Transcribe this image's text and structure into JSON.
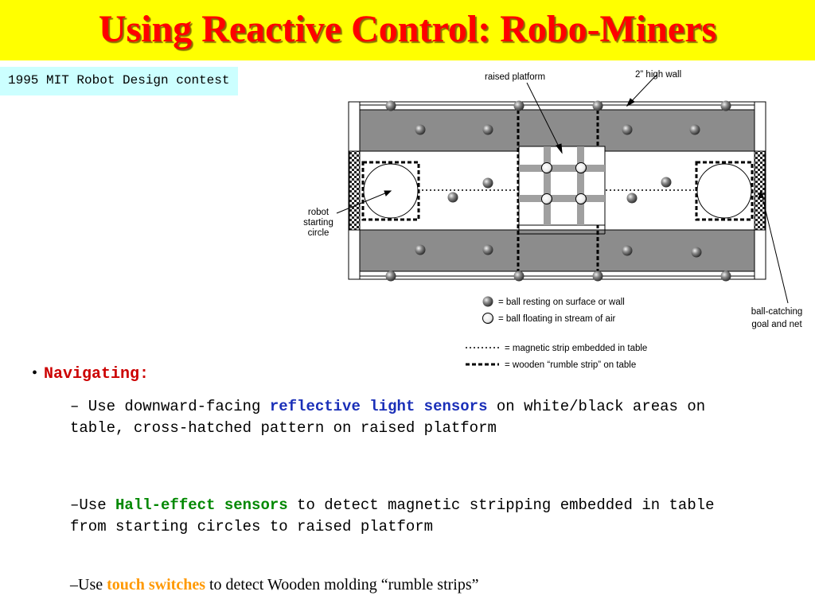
{
  "slide": {
    "title": "Using Reactive Control: Robo-Miners",
    "subtitle": "1995 MIT Robot Design contest"
  },
  "diagram": {
    "labels": {
      "raised_platform": "raised platform",
      "high_wall": "2” high wall",
      "robot_1": "robot",
      "robot_2": "starting",
      "robot_3": "circle",
      "goal_1": "ball-catching",
      "goal_2": "goal and net"
    },
    "legend": {
      "ball_resting": "= ball resting on surface or wall",
      "ball_floating": "= ball floating in stream of air",
      "magnetic_strip": "= magnetic strip embedded in table",
      "rumble_strip": "= wooden “rumble strip” on table"
    }
  },
  "bullets": {
    "marker": "•",
    "heading": "Navigating:",
    "items": [
      {
        "prefix": "– Use downward-facing ",
        "keyword": "reflective light sensors",
        "suffix": " on white/black areas on table, cross-hatched pattern on raised platform"
      },
      {
        "prefix": "–Use ",
        "keyword": "Hall-effect sensors",
        "suffix": " to detect magnetic stripping embedded in table from starting circles to raised platform"
      },
      {
        "prefix": "–Use ",
        "keyword": "touch switches",
        "suffix": " to detect Wooden molding “rumble strips”"
      }
    ]
  },
  "colors": {
    "title_bar": "#ffff00",
    "title_text": "#ff0000",
    "subtitle_box": "#ccffff",
    "heading": "#cc0000",
    "keyword_1": "#1a2fb8",
    "keyword_2": "#008800",
    "keyword_3": "#ff9900"
  }
}
